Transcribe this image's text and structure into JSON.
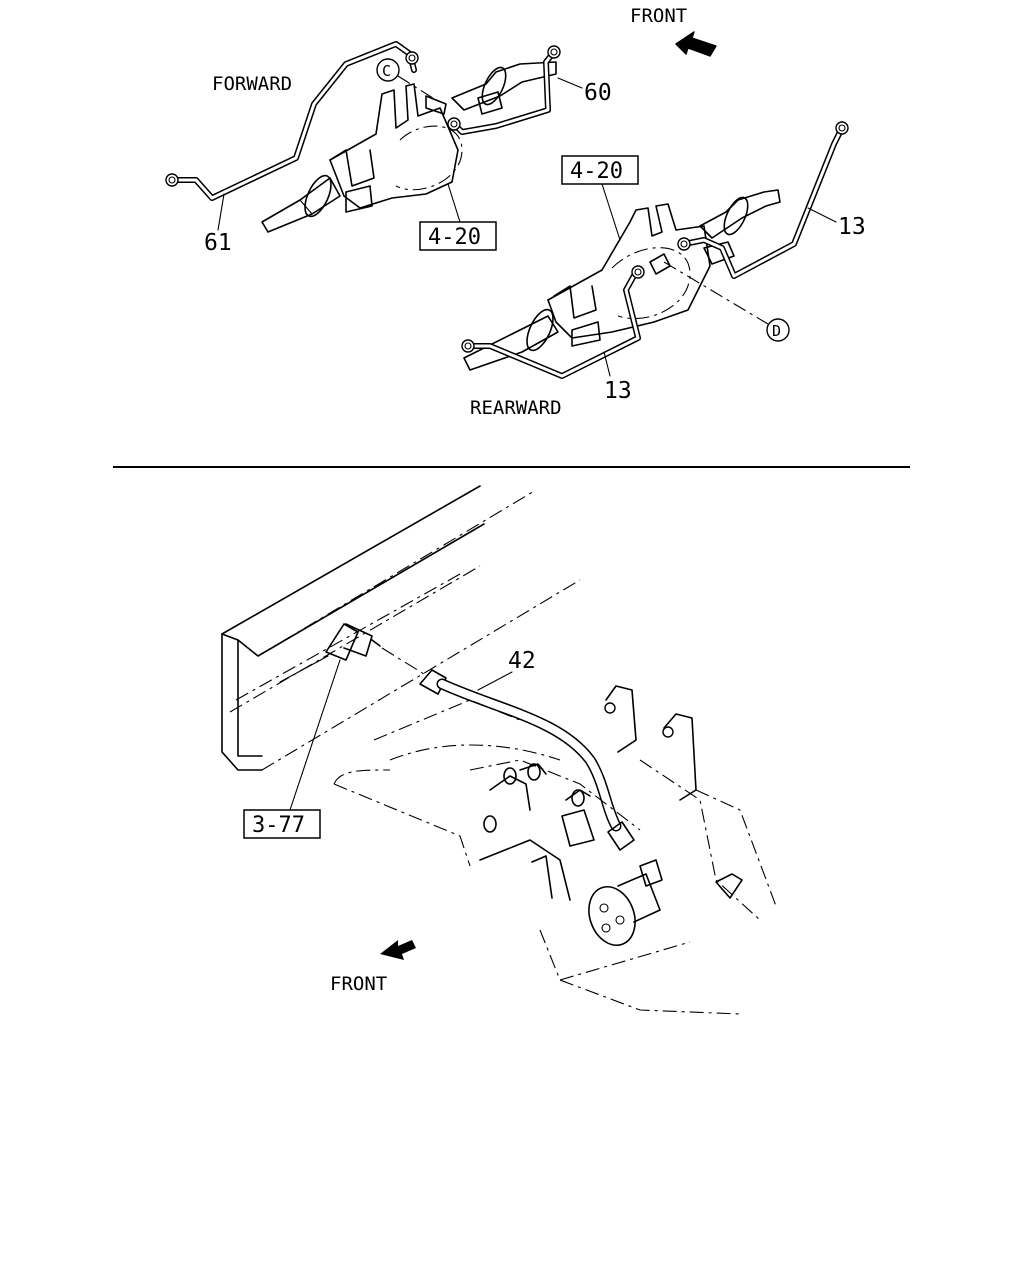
{
  "top_section": {
    "front_label": "FRONT",
    "forward_label": "FORWARD",
    "rearward_label": "REARWARD",
    "callouts": {
      "pipe_60": "60",
      "pipe_61": "61",
      "pipe_13_upper": "13",
      "pipe_13_lower": "13",
      "ref_box_forward": "4-20",
      "ref_box_rearward": "4-20",
      "circle_c": "C",
      "circle_d": "D"
    }
  },
  "bottom_section": {
    "front_label": "FRONT",
    "callouts": {
      "hose_42": "42",
      "ref_box_frame": "3-77"
    }
  }
}
